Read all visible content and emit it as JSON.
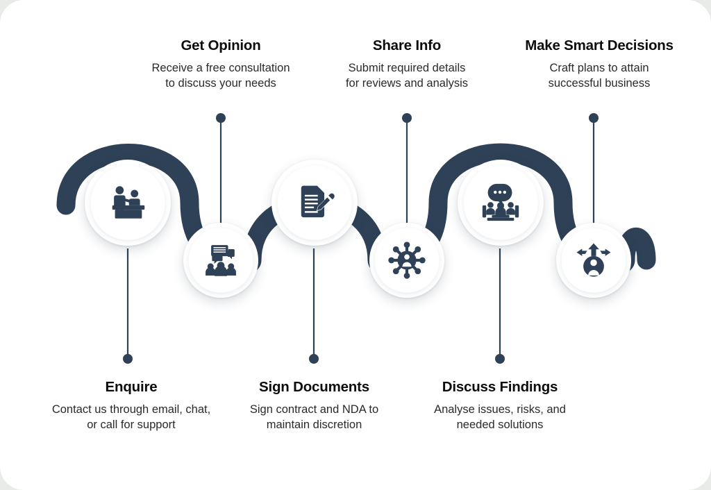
{
  "theme": {
    "page_background": "#e9ebe9",
    "card_background": "#ffffff",
    "ribbon_color": "#2e4157",
    "connector_color": "#2e4157",
    "icon_color": "#2e4157",
    "title_color": "#0d0d0d",
    "description_color": "#2a2a2a"
  },
  "steps": [
    {
      "index": 1,
      "title": "Enquire",
      "description": "Contact us through email, chat,\nor call for support",
      "icon": "reception-desk-icon",
      "label_position": "bottom"
    },
    {
      "index": 2,
      "title": "Get Opinion",
      "description": "Receive a free consultation\nto discuss your needs",
      "icon": "group-chat-bubbles-icon",
      "label_position": "top"
    },
    {
      "index": 3,
      "title": "Sign Documents",
      "description": "Sign contract and NDA to\nmaintain discretion",
      "icon": "document-pencil-icon",
      "label_position": "bottom"
    },
    {
      "index": 4,
      "title": "Share Info",
      "description": "Submit required details\nfor reviews and analysis",
      "icon": "network-hub-person-icon",
      "label_position": "top"
    },
    {
      "index": 5,
      "title": "Discuss Findings",
      "description": "Analyse issues, risks, and\nneeded  solutions",
      "icon": "meeting-table-speech-icon",
      "label_position": "bottom"
    },
    {
      "index": 6,
      "title": "Make Smart Decisions",
      "description": "Craft plans to attain\nsuccessful business",
      "icon": "person-three-arrows-icon",
      "label_position": "top"
    }
  ]
}
